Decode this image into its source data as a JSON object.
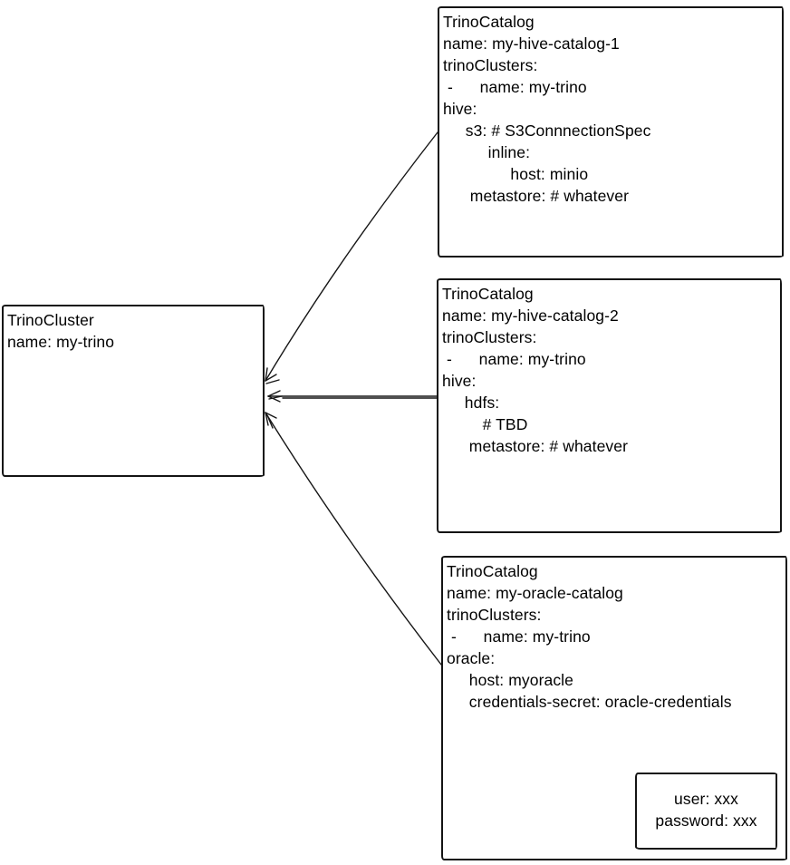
{
  "diagram": {
    "background_color": "#ffffff",
    "ink_color": "#161616",
    "nodes": {
      "trino_cluster": {
        "kind": "TrinoCluster",
        "text": "TrinoCluster\nname: my-trino"
      },
      "catalog_hive_1": {
        "kind": "TrinoCatalog",
        "text": "TrinoCatalog\nname: my-hive-catalog-1\ntrinoClusters:\n -      name: my-trino\nhive:\n     s3: # S3ConnnectionSpec\n          inline:\n               host: minio\n      metastore: # whatever"
      },
      "catalog_hive_2": {
        "kind": "TrinoCatalog",
        "text": "TrinoCatalog\nname: my-hive-catalog-2\ntrinoClusters:\n -      name: my-trino\nhive:\n     hdfs:\n         # TBD\n      metastore: # whatever"
      },
      "catalog_oracle": {
        "kind": "TrinoCatalog",
        "text": "TrinoCatalog\nname: my-oracle-catalog\ntrinoClusters:\n -      name: my-trino\noracle:\n     host: myoracle\n     credentials-secret: oracle-credentials"
      },
      "oracle_secret": {
        "kind": "Secret",
        "text": "user: xxx\npassword: xxx"
      }
    }
  }
}
